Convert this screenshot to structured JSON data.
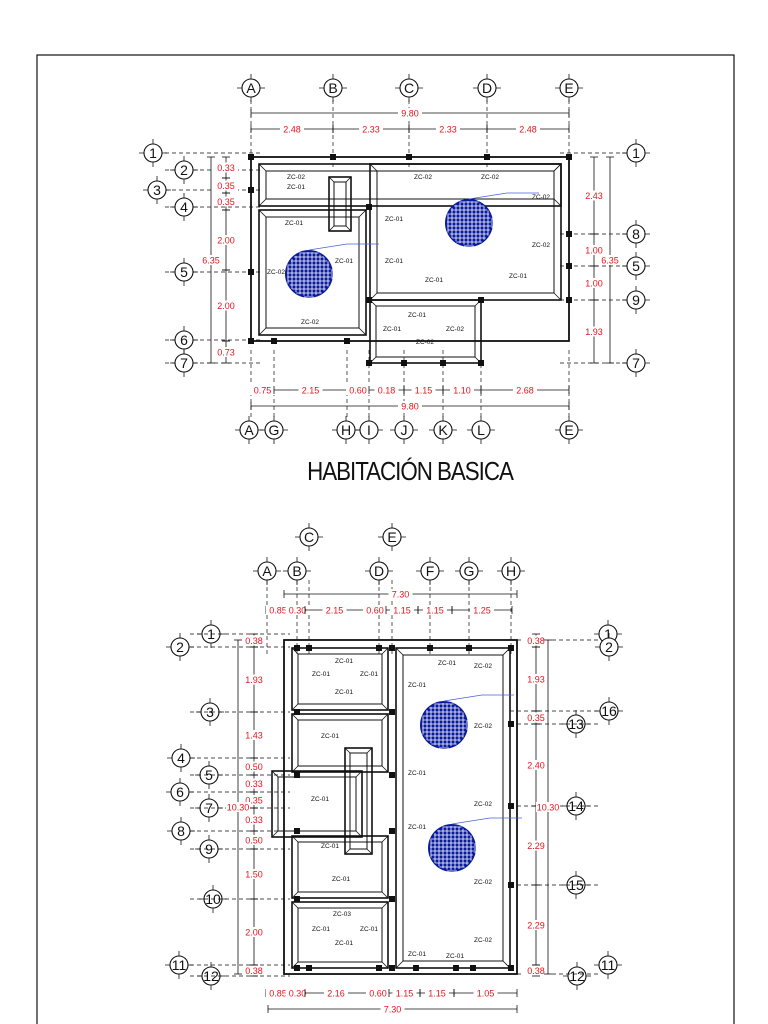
{
  "plans": [
    {
      "title": "HABITACIÓN BASICA",
      "top_axes": [
        "A",
        "B",
        "C",
        "D",
        "E"
      ],
      "bottom_axes": [
        "A",
        "G",
        "H",
        "I",
        "J",
        "K",
        "L",
        "E"
      ],
      "left_axes": [
        "1",
        "2",
        "3",
        "4",
        "5",
        "6",
        "7"
      ],
      "right_axes": [
        "1",
        "8",
        "5",
        "9",
        "7"
      ],
      "top_total": "9.80",
      "top_dims": [
        "2.48",
        "2.33",
        "2.33",
        "2.48"
      ],
      "bottom_total": "9.80",
      "bottom_dims": [
        "0.75",
        "2.15",
        "0.60",
        "0.18",
        "1.15",
        "1.10",
        "2.68"
      ],
      "left_total": "6.35",
      "left_dims": [
        "0.33",
        "0.35",
        "0.35",
        "2.00",
        "2.00",
        "0.73"
      ],
      "right_total": "6.35",
      "right_dims": [
        "2.43",
        "1.00",
        "1.00",
        "1.93"
      ],
      "labels": [
        "ZC-02",
        "ZC-01"
      ]
    },
    {
      "top_axes": [
        "A",
        "B",
        "C",
        "D",
        "E",
        "F",
        "G",
        "H"
      ],
      "top_total": "7.30",
      "top_dims": [
        "0.85",
        "0.30",
        "2.15",
        "0.60",
        "1.15",
        "1.15",
        "1.25"
      ],
      "bottom_total": "7.30",
      "bottom_dims": [
        "0.85",
        "0.30",
        "2.16",
        "0.60",
        "1.15",
        "1.15",
        "1.05"
      ],
      "left_axes": [
        "1",
        "2",
        "3",
        "4",
        "5",
        "6",
        "7",
        "8",
        "9",
        "10",
        "11",
        "12"
      ],
      "left_total": "10.30",
      "left_dims": [
        "0.38",
        "1.93",
        "1.43",
        "0.50",
        "0.33",
        "0.35",
        "0.33",
        "0.50",
        "1.50",
        "2.00",
        "0.38"
      ],
      "right_axes": [
        "1",
        "2",
        "16",
        "13",
        "14",
        "15",
        "12",
        "11"
      ],
      "right_total": "10.30",
      "right_dims": [
        "0.38",
        "1.93",
        "0.35",
        "2.40",
        "2.29",
        "2.29",
        "0.38"
      ],
      "labels": [
        "ZC-01",
        "ZC-02",
        "ZC-03"
      ]
    }
  ],
  "colors": {
    "line": "#111111",
    "dimension": "#e8141c",
    "zapata": "#0a1a9c",
    "guide": "#4a63d6"
  }
}
